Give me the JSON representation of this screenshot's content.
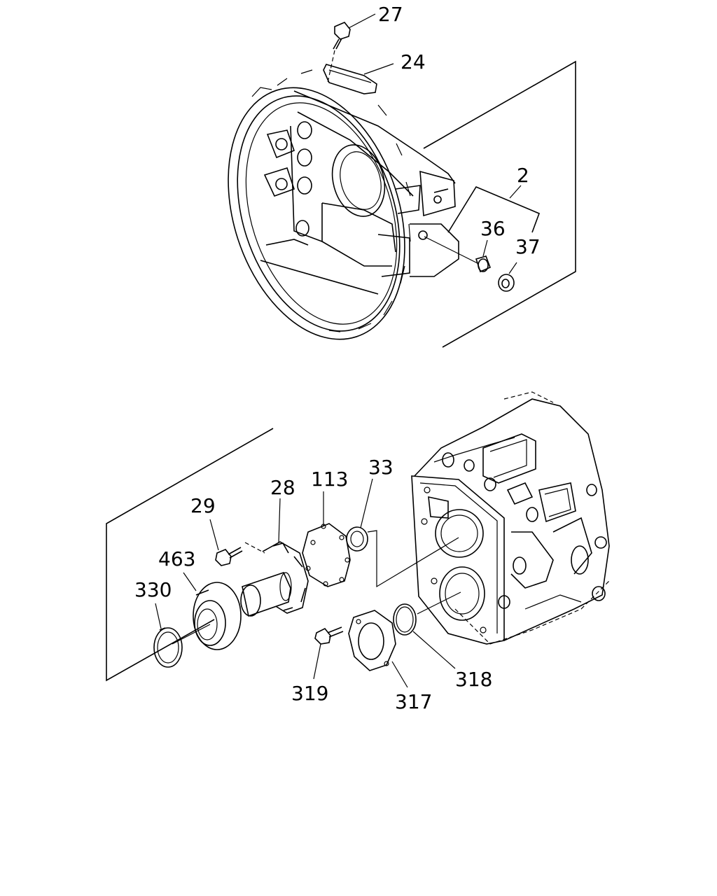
{
  "callouts": {
    "c27": "27",
    "c24": "24",
    "c2": "2",
    "c36": "36",
    "c37": "37",
    "c28": "28",
    "c113": "113",
    "c33": "33",
    "c29": "29",
    "c463": "463",
    "c330": "330",
    "c319": "319",
    "c317": "317",
    "c318": "318"
  }
}
